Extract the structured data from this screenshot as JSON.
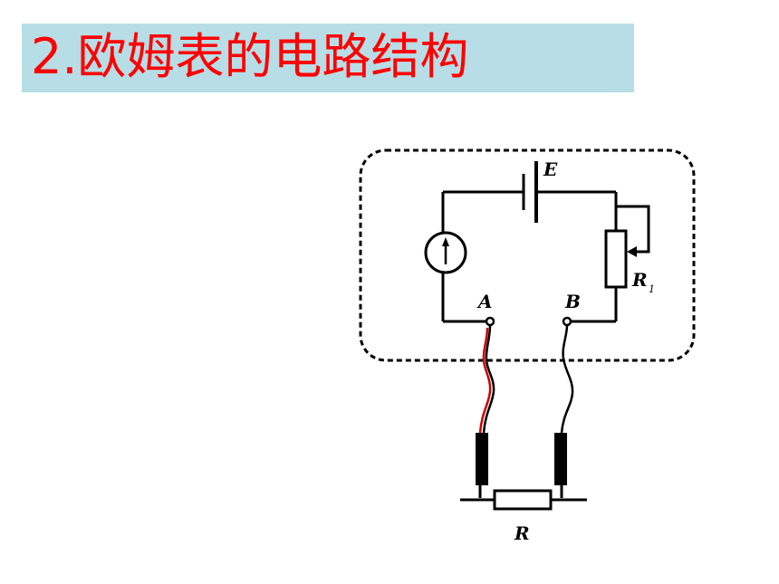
{
  "title": "2.欧姆表的电路结构",
  "colors": {
    "title_bg": "#b7dde6",
    "title_text": "#ff0000",
    "wire": "#000000",
    "probe_lead_red": "#cc0000"
  },
  "circuit": {
    "battery_label": "E",
    "terminal_a_label": "A",
    "terminal_b_label": "B",
    "rheostat_label": "R",
    "rheostat_subscript": "1",
    "external_resistor_label": "R",
    "meter_icon": "galvanometer-icon"
  }
}
